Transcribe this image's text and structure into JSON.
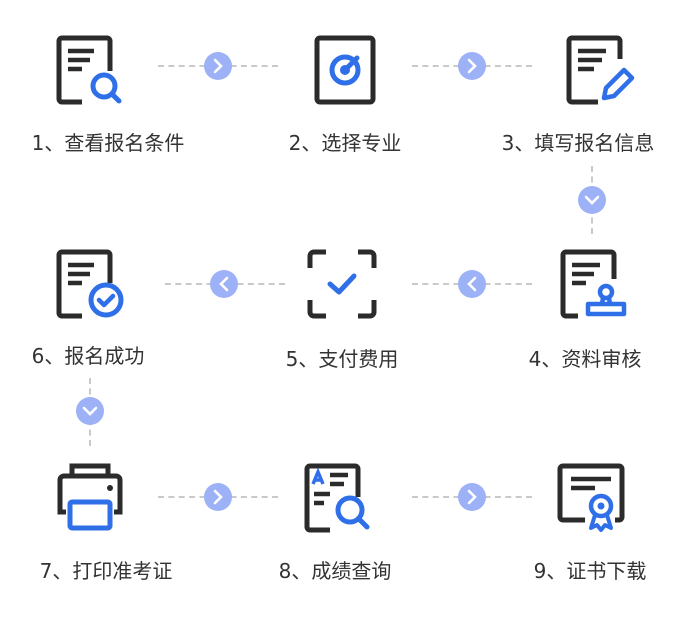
{
  "colors": {
    "dark": "#2b2b2b",
    "accent": "#2f6fe8",
    "connector": "#9db1f6"
  },
  "steps": [
    {
      "label": "1、查看报名条件",
      "icon": "document-search-icon"
    },
    {
      "label": "2、选择专业",
      "icon": "target-icon"
    },
    {
      "label": "3、填写报名信息",
      "icon": "document-edit-icon"
    },
    {
      "label": "4、资料审核",
      "icon": "document-stamp-icon"
    },
    {
      "label": "5、支付费用",
      "icon": "scan-check-icon"
    },
    {
      "label": "6、报名成功",
      "icon": "document-check-icon"
    },
    {
      "label": "7、打印准考证",
      "icon": "printer-icon"
    },
    {
      "label": "8、成绩查询",
      "icon": "answer-search-icon"
    },
    {
      "label": "9、证书下载",
      "icon": "certificate-icon"
    }
  ]
}
